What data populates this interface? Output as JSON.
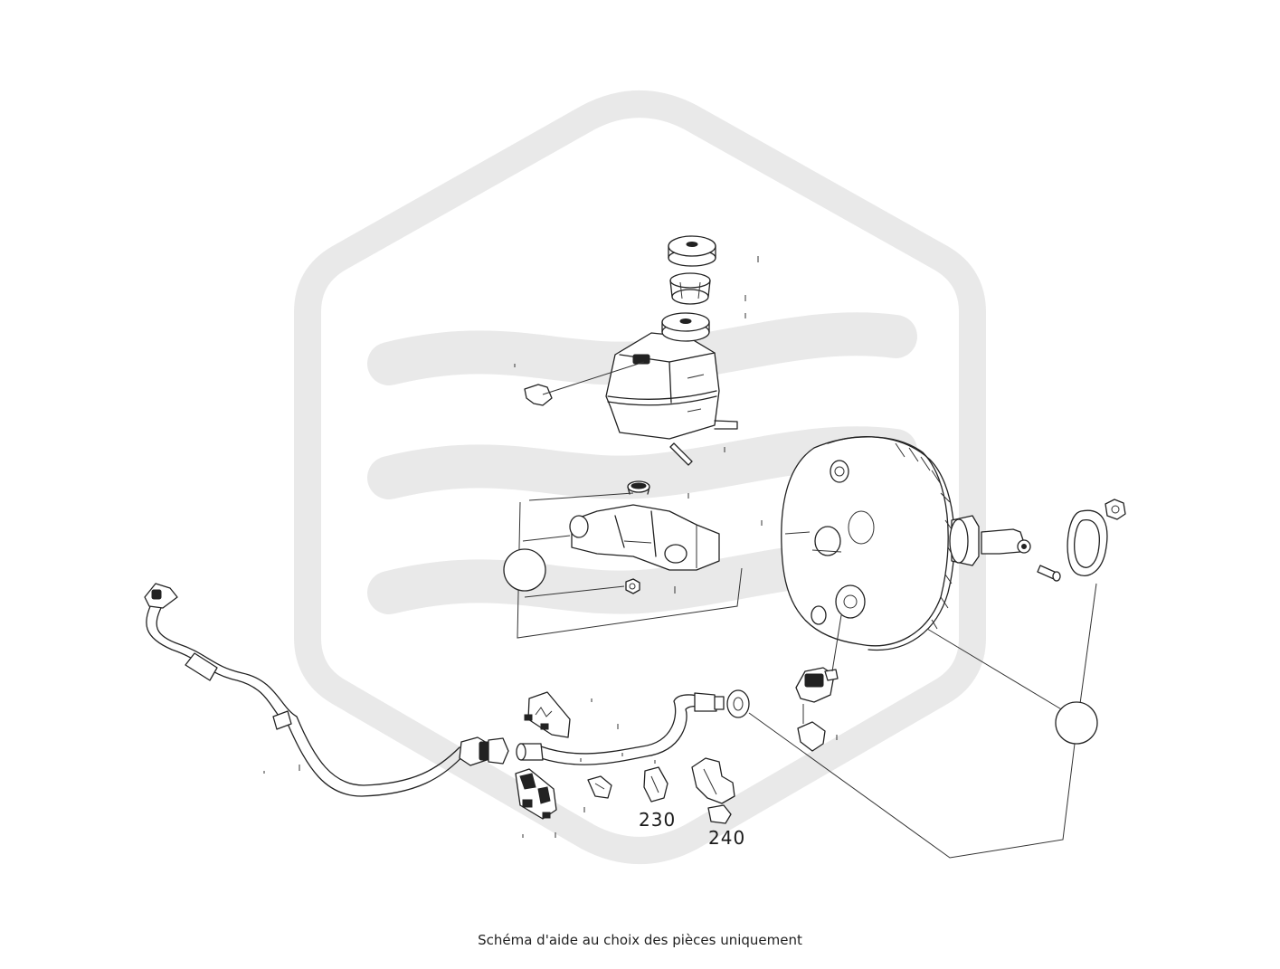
{
  "labels": {
    "part_230": "230",
    "part_240": "240"
  },
  "caption": "Schéma d'aide au choix des pièces uniquement",
  "colors": {
    "line": "#222222",
    "watermark": "#e9e9e9",
    "background": "#ffffff"
  }
}
